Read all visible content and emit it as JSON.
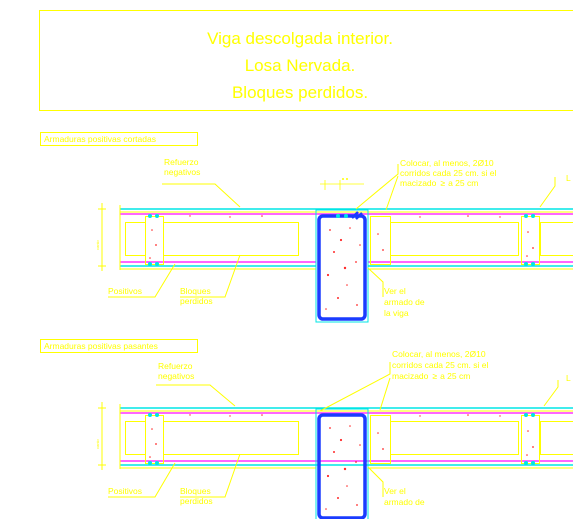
{
  "title": {
    "line1": "Viga descolgada interior.",
    "line2": "Losa Nervada.",
    "line3": "Bloques perdidos."
  },
  "sections": [
    {
      "header": "Armaduras positivas cortadas",
      "refuerzo_1": "Refuerzo",
      "refuerzo_2": "negativos",
      "colocar_1": "Colocar, al menos, 2Ø10",
      "colocar_2": "corridos cada 25 cm. si el",
      "colocar_3": "macizado",
      "colocar_4": "a 25 cm",
      "positivos": "Positivos",
      "bloques_1": "Bloques",
      "bloques_2": "perdidos",
      "ver_1": "Ver el",
      "ver_2": "armado de",
      "ver_3": "la viga",
      "edge_label": "L",
      "dim_label": "canto"
    },
    {
      "header": "Armaduras positivas pasantes",
      "refuerzo_1": "Refuerzo",
      "refuerzo_2": "negativos",
      "colocar_1": "Colocar, al menos, 2Ø10",
      "colocar_2": "corridos cada 25 cm. si el",
      "colocar_3": "macizado",
      "colocar_4": "a 25 cm",
      "positivos": "Positivos",
      "bloques_1": "Bloques",
      "bloques_2": "perdidos",
      "ver_1": "Ver el",
      "ver_2": "armado de",
      "ver_3": "",
      "edge_label": "L",
      "dim_label": "canto"
    }
  ],
  "colors": {
    "background": "#ffffff",
    "outline": "#ffff00",
    "stirrup": "#1a3cff",
    "top_rebar": "#00e5e5",
    "slab_line": "#ff33ff",
    "concrete_dots": "#ff2a2a"
  }
}
